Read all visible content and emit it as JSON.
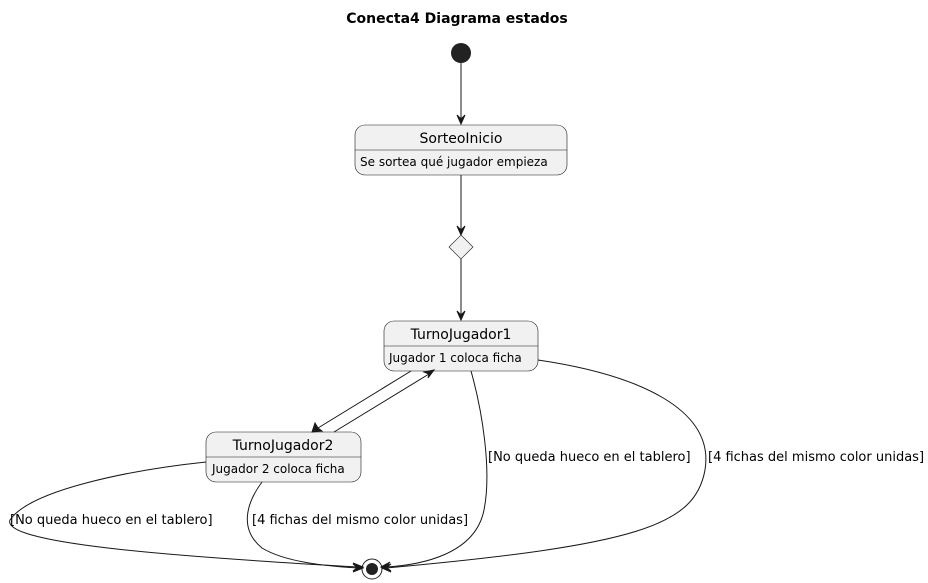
{
  "title": "Conecta4 Diagrama estados",
  "states": {
    "sorteo": {
      "name": "SorteoInicio",
      "description": "Se sortea qué jugador empieza"
    },
    "turno1": {
      "name": "TurnoJugador1",
      "description": "Jugador 1 coloca ficha"
    },
    "turno2": {
      "name": "TurnoJugador2",
      "description": "Jugador 2 coloca ficha"
    }
  },
  "transitions": {
    "t1_full": "[No queda hueco en el tablero]",
    "t1_win": "[4 fichas del mismo color unidas]",
    "t2_full": "[No queda hueco en el tablero]",
    "t2_win": "[4 fichas del mismo color unidas]"
  }
}
